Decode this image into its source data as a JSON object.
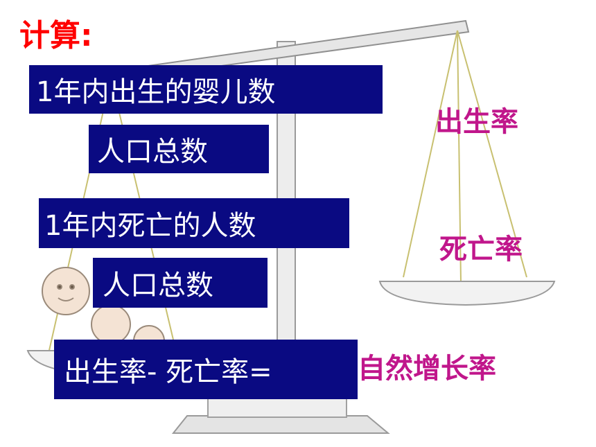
{
  "title": "计算:",
  "formula_boxes": {
    "birth_numerator": "1年内出生的婴儿数",
    "birth_denominator": "人口总数",
    "death_numerator": "1年内死亡的人数",
    "death_denominator": "人口总数",
    "difference": "出生率- 死亡率="
  },
  "labels": {
    "birth_rate": "出生率",
    "death_rate": "死亡率",
    "natural_growth_rate": "自然增长率"
  },
  "colors": {
    "title": "#ff0000",
    "box_background": "#0a0a82",
    "box_text": "#ffffff",
    "label": "#c0168b",
    "scale": "#c8c8c8",
    "string": "#c8c070"
  },
  "icons": {
    "balance_scale": "balance-scale-illustration",
    "babies": "baby-illustration"
  }
}
